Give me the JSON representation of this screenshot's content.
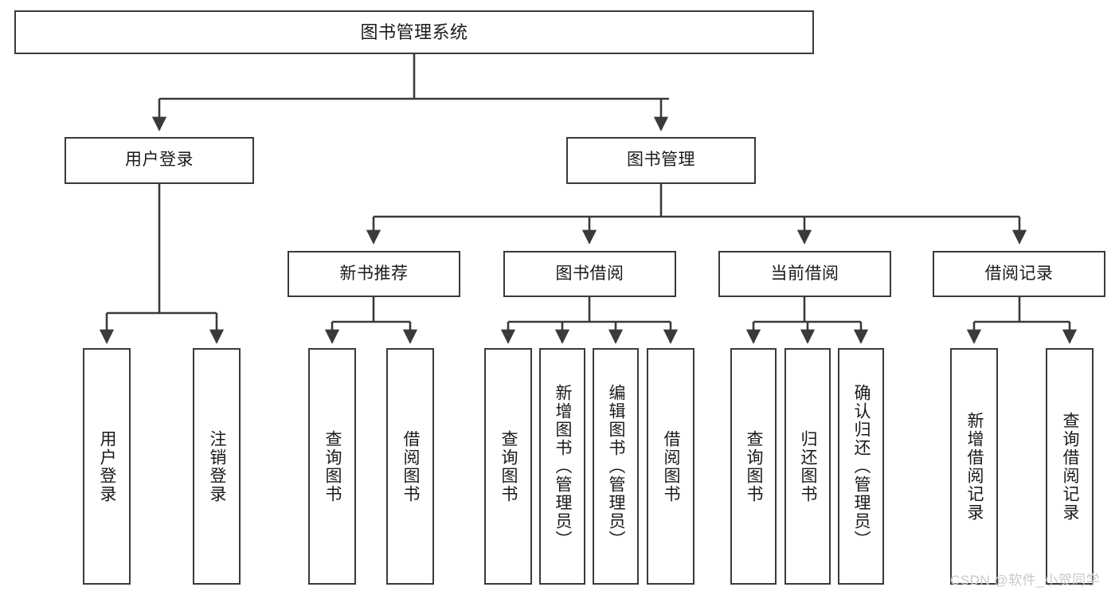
{
  "diagram": {
    "title_node": {
      "label": "图书管理系统"
    },
    "level2": [
      {
        "label": "用户登录"
      },
      {
        "label": "图书管理"
      }
    ],
    "level3": [
      {
        "label": "新书推荐"
      },
      {
        "label": "图书借阅"
      },
      {
        "label": "当前借阅"
      },
      {
        "label": "借阅记录"
      }
    ],
    "leaves": {
      "user_login": [
        {
          "label": "用户登录"
        },
        {
          "label": "注销登录"
        }
      ],
      "new_book_recommend": [
        {
          "label": "查询图书"
        },
        {
          "label": "借阅图书"
        }
      ],
      "book_borrow": [
        {
          "label": "查询图书"
        },
        {
          "label": "新增图书（管理员）"
        },
        {
          "label": "编辑图书（管理员）"
        },
        {
          "label": "借阅图书"
        }
      ],
      "current_borrow": [
        {
          "label": "查询图书"
        },
        {
          "label": "归还图书"
        },
        {
          "label": "确认归还（管理员）"
        }
      ],
      "borrow_records": [
        {
          "label": "新增借阅记录"
        },
        {
          "label": "查询借阅记录"
        }
      ]
    }
  },
  "watermark": {
    "text": "CSDN @软件_小贺同学"
  },
  "colors": {
    "stroke": "#3a3a3a",
    "text": "#1a1a1a",
    "background": "#ffffff",
    "watermark": "#c9c9c9"
  }
}
